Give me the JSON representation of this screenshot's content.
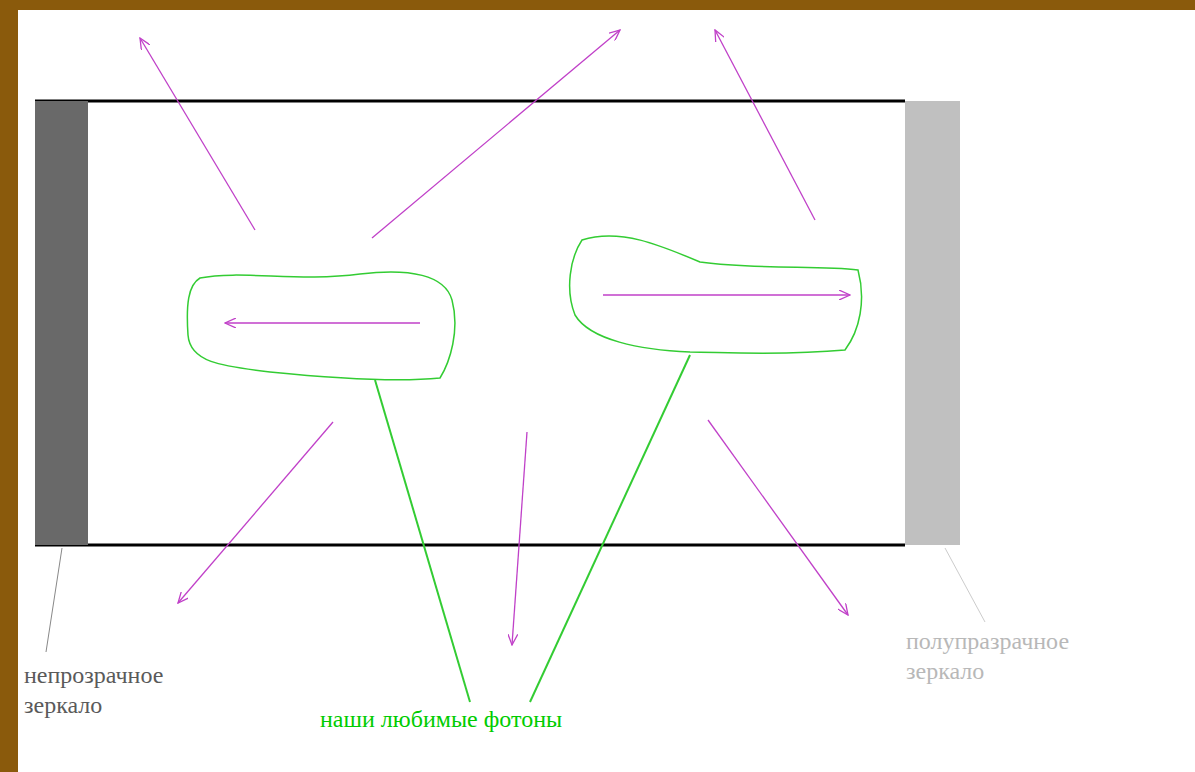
{
  "diagram": {
    "labels": [
      "непрозрачное зеркало",
      "наши любимые фотоны",
      "полупразрачное зеркало"
    ]
  }
}
